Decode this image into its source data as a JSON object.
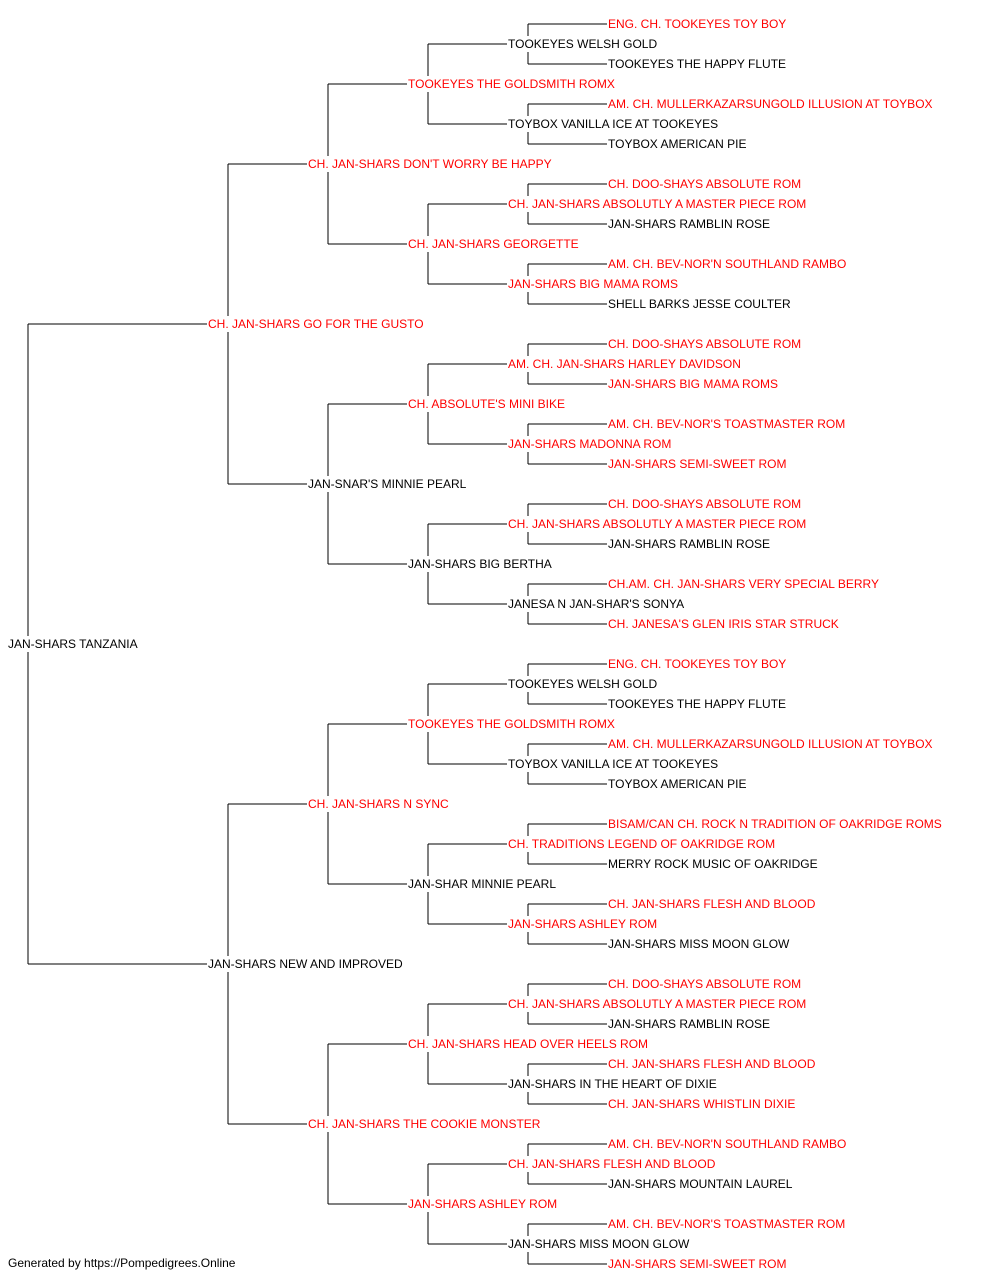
{
  "colors": {
    "champion": "#ff0000",
    "normal": "#000000",
    "line": "#000000"
  },
  "footer": "Generated by https://Pompedigrees.Online",
  "pedigree": {
    "name": "JAN-SHARS TANZANIA",
    "champion": false,
    "sire": {
      "name": "CH. JAN-SHARS GO FOR THE GUSTO",
      "champion": true,
      "sire": {
        "name": "CH. JAN-SHARS DON'T WORRY BE HAPPY",
        "champion": true,
        "sire": {
          "name": "TOOKEYES THE GOLDSMITH ROMX",
          "champion": true,
          "sire": {
            "name": "TOOKEYES WELSH GOLD",
            "champion": false,
            "sire": {
              "name": "ENG. CH. TOOKEYES TOY BOY",
              "champion": true
            },
            "dam": {
              "name": "TOOKEYES THE HAPPY FLUTE",
              "champion": false
            }
          },
          "dam": {
            "name": "TOYBOX VANILLA ICE AT TOOKEYES",
            "champion": false,
            "sire": {
              "name": "AM. CH. MULLERKAZARSUNGOLD ILLUSION AT TOYBOX",
              "champion": true
            },
            "dam": {
              "name": "TOYBOX AMERICAN PIE",
              "champion": false
            }
          }
        },
        "dam": {
          "name": "CH. JAN-SHARS GEORGETTE",
          "champion": true,
          "sire": {
            "name": "CH. JAN-SHARS ABSOLUTLY A MASTER PIECE ROM",
            "champion": true,
            "sire": {
              "name": "CH. DOO-SHAYS ABSOLUTE ROM",
              "champion": true
            },
            "dam": {
              "name": "JAN-SHARS RAMBLIN ROSE",
              "champion": false
            }
          },
          "dam": {
            "name": "JAN-SHARS BIG MAMA ROMS",
            "champion": true,
            "sire": {
              "name": "AM. CH. BEV-NOR'N SOUTHLAND RAMBO",
              "champion": true
            },
            "dam": {
              "name": "SHELL BARKS JESSE COULTER",
              "champion": false
            }
          }
        }
      },
      "dam": {
        "name": "JAN-SNAR'S MINNIE PEARL",
        "champion": false,
        "sire": {
          "name": "CH. ABSOLUTE'S MINI BIKE",
          "champion": true,
          "sire": {
            "name": "AM. CH. JAN-SHARS HARLEY DAVIDSON",
            "champion": true,
            "sire": {
              "name": "CH. DOO-SHAYS ABSOLUTE ROM",
              "champion": true
            },
            "dam": {
              "name": "JAN-SHARS BIG MAMA ROMS",
              "champion": true
            }
          },
          "dam": {
            "name": "JAN-SHARS MADONNA ROM",
            "champion": true,
            "sire": {
              "name": "AM. CH. BEV-NOR'S TOASTMASTER ROM",
              "champion": true
            },
            "dam": {
              "name": "JAN-SHARS SEMI-SWEET ROM",
              "champion": true
            }
          }
        },
        "dam": {
          "name": "JAN-SHARS BIG BERTHA",
          "champion": false,
          "sire": {
            "name": "CH. JAN-SHARS ABSOLUTLY A MASTER PIECE ROM",
            "champion": true,
            "sire": {
              "name": "CH. DOO-SHAYS ABSOLUTE ROM",
              "champion": true
            },
            "dam": {
              "name": "JAN-SHARS RAMBLIN ROSE",
              "champion": false
            }
          },
          "dam": {
            "name": "JANESA N JAN-SHAR'S SONYA",
            "champion": false,
            "sire": {
              "name": "CH.AM. CH. JAN-SHARS VERY SPECIAL BERRY",
              "champion": true
            },
            "dam": {
              "name": "CH. JANESA'S GLEN IRIS STAR STRUCK",
              "champion": true
            }
          }
        }
      }
    },
    "dam": {
      "name": "JAN-SHARS NEW AND IMPROVED",
      "champion": false,
      "sire": {
        "name": "CH. JAN-SHARS N SYNC",
        "champion": true,
        "sire": {
          "name": "TOOKEYES THE GOLDSMITH ROMX",
          "champion": true,
          "sire": {
            "name": "TOOKEYES WELSH GOLD",
            "champion": false,
            "sire": {
              "name": "ENG. CH. TOOKEYES TOY BOY",
              "champion": true
            },
            "dam": {
              "name": "TOOKEYES THE HAPPY FLUTE",
              "champion": false
            }
          },
          "dam": {
            "name": "TOYBOX VANILLA ICE AT TOOKEYES",
            "champion": false,
            "sire": {
              "name": "AM. CH. MULLERKAZARSUNGOLD ILLUSION AT TOYBOX",
              "champion": true
            },
            "dam": {
              "name": "TOYBOX AMERICAN PIE",
              "champion": false
            }
          }
        },
        "dam": {
          "name": "JAN-SHAR MINNIE PEARL",
          "champion": false,
          "sire": {
            "name": "CH. TRADITIONS LEGEND OF OAKRIDGE ROM",
            "champion": true,
            "sire": {
              "name": "BISAM/CAN CH. ROCK N TRADITION OF OAKRIDGE ROMS",
              "champion": true
            },
            "dam": {
              "name": "MERRY ROCK MUSIC OF OAKRIDGE",
              "champion": false
            }
          },
          "dam": {
            "name": "JAN-SHARS ASHLEY ROM",
            "champion": true,
            "sire": {
              "name": "CH. JAN-SHARS FLESH AND BLOOD",
              "champion": true
            },
            "dam": {
              "name": "JAN-SHARS MISS MOON GLOW",
              "champion": false
            }
          }
        }
      },
      "dam": {
        "name": "CH. JAN-SHARS THE COOKIE MONSTER",
        "champion": true,
        "sire": {
          "name": "CH. JAN-SHARS HEAD OVER HEELS ROM",
          "champion": true,
          "sire": {
            "name": "CH. JAN-SHARS ABSOLUTLY A MASTER PIECE ROM",
            "champion": true,
            "sire": {
              "name": "CH. DOO-SHAYS ABSOLUTE ROM",
              "champion": true
            },
            "dam": {
              "name": "JAN-SHARS RAMBLIN ROSE",
              "champion": false
            }
          },
          "dam": {
            "name": "JAN-SHARS IN THE HEART OF DIXIE",
            "champion": false,
            "sire": {
              "name": "CH. JAN-SHARS FLESH AND BLOOD",
              "champion": true
            },
            "dam": {
              "name": "CH. JAN-SHARS WHISTLIN DIXIE",
              "champion": true
            }
          }
        },
        "dam": {
          "name": "JAN-SHARS ASHLEY ROM",
          "champion": true,
          "sire": {
            "name": "CH. JAN-SHARS FLESH AND BLOOD",
            "champion": true,
            "sire": {
              "name": "AM. CH. BEV-NOR'N SOUTHLAND RAMBO",
              "champion": true
            },
            "dam": {
              "name": "JAN-SHARS MOUNTAIN LAUREL",
              "champion": false
            }
          },
          "dam": {
            "name": "JAN-SHARS MISS MOON GLOW",
            "champion": false,
            "sire": {
              "name": "AM. CH. BEV-NOR'S TOASTMASTER ROM",
              "champion": true
            },
            "dam": {
              "name": "JAN-SHARS SEMI-SWEET ROM",
              "champion": true
            }
          }
        }
      }
    }
  }
}
